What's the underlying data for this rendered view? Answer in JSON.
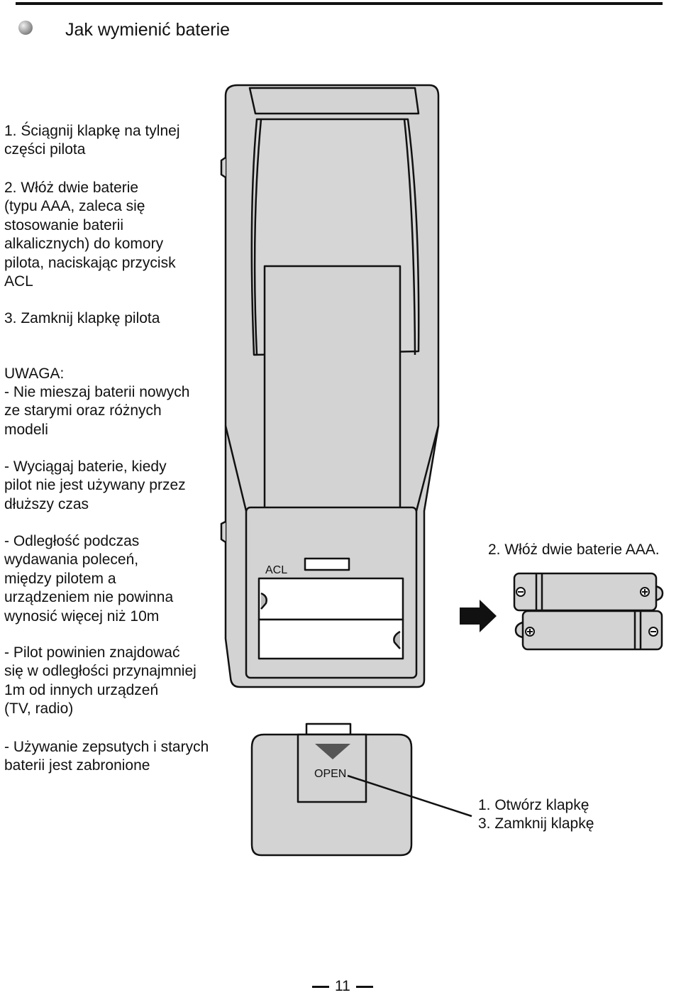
{
  "header": {
    "title": "Jak wymienić baterie"
  },
  "instructions": {
    "step1": [
      "1. Ściągnij  klapkę na tylnej",
      "części pilota"
    ],
    "step2": [
      "2. Włóż  dwie baterie",
      "(typu AAA, zaleca się",
      "stosowanie baterii",
      "alkalicznych) do komory",
      "pilota, naciskając przycisk",
      "ACL"
    ],
    "step3": [
      "3. Zamknij  klapkę pilota"
    ]
  },
  "warnings": {
    "heading": "UWAGA:",
    "items": [
      [
        "- Nie mieszaj baterii nowych",
        "ze starymi oraz różnych",
        "modeli"
      ],
      [
        "- Wyciągaj baterie, kiedy",
        "pilot nie jest używany przez",
        "dłuższy czas"
      ],
      [
        "- Odległość podczas",
        "wydawania poleceń,",
        "między pilotem a",
        "urządzeniem nie powinna",
        "wynosić więcej niż 10m"
      ],
      [
        "- Pilot powinien znajdować",
        "się w odległości przynajmniej",
        "1m od innych urządzeń",
        "(TV, radio)"
      ],
      [
        "- Używanie zepsutych i starych",
        "baterii jest zabronione"
      ]
    ]
  },
  "diagram": {
    "acl_label": "ACL",
    "open_label": "OPEN",
    "insert_caption": "2. Włóż dwie baterie AAA.",
    "cover_captions": [
      "1. Otwórz klapkę",
      "3. Zamknij klapkę"
    ]
  },
  "footer": {
    "page_number": "11"
  }
}
